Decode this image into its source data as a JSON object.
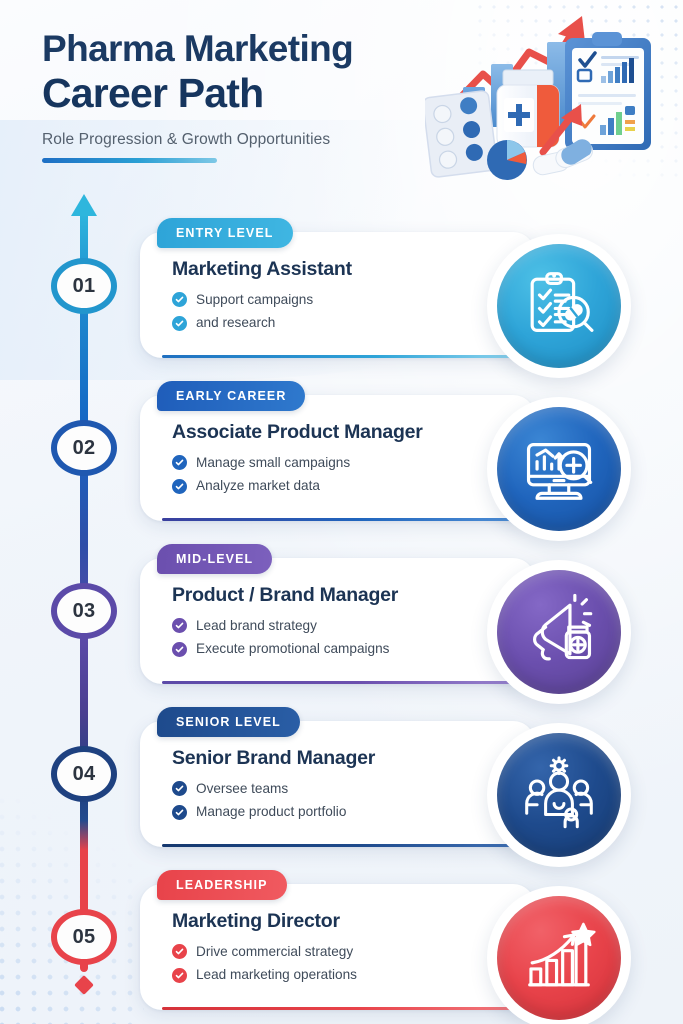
{
  "header": {
    "title_line1": "Pharma Marketing",
    "title_line2": "Career Path",
    "subtitle": "Role Progression & Growth Opportunities",
    "title_color": "#1b3a63",
    "rule_color": "#1e6fc4"
  },
  "hero": {
    "icon_names": [
      "growth-arrow",
      "bar-chart",
      "pill-blister-pack",
      "medicine-bottle",
      "clipboard-report",
      "pie-chart",
      "capsules"
    ]
  },
  "timeline": {
    "arrow_color": "#2eb6dd",
    "gradient": [
      "#2eb6dd",
      "#1566c4",
      "#5b4aa8",
      "#1e3f80",
      "#e8434a"
    ]
  },
  "steps": [
    {
      "number": "01",
      "badge": "ENTRY LEVEL",
      "role": "Marketing Assistant",
      "bullets": [
        "Support campaigns",
        "and research"
      ],
      "color": "#2ea4d8",
      "color_dark": "#1f8cc4",
      "icon": "clipboard-checklist-magnifier-icon"
    },
    {
      "number": "02",
      "badge": "EARLY CAREER",
      "role": "Associate Product Manager",
      "bullets": [
        "Manage small campaigns",
        "Analyze market data"
      ],
      "color": "#2065bd",
      "color_dark": "#1a53a0",
      "icon": "monitor-analytics-magnifier-icon"
    },
    {
      "number": "03",
      "badge": "MID-LEVEL",
      "role": "Product / Brand Manager",
      "bullets": [
        "Lead brand strategy",
        "Execute  promotional campaigns"
      ],
      "color": "#6b4fae",
      "color_dark": "#5a4197",
      "icon": "megaphone-medicine-bottle-icon"
    },
    {
      "number": "04",
      "badge": "SENIOR LEVEL",
      "role": "Senior Brand Manager",
      "bullets": [
        "Oversee teams",
        "Manage product portfolio"
      ],
      "color": "#1e4a8c",
      "color_dark": "#173c75",
      "icon": "team-gear-icon"
    },
    {
      "number": "05",
      "badge": "LEADERSHIP",
      "role": "Marketing Director",
      "bullets": [
        "Drive commercial strategy",
        "Lead marketing operations"
      ],
      "color": "#e8434a",
      "color_dark": "#d5323a",
      "icon": "growth-chart-star-icon"
    }
  ]
}
